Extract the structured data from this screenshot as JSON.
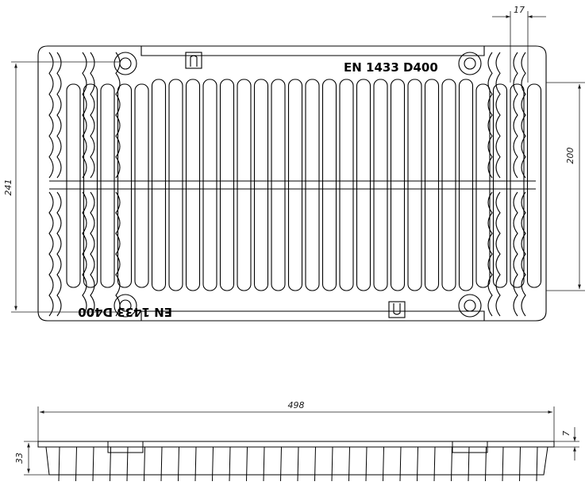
{
  "drawing": {
    "top_view": {
      "marking_top": "EN 1433 D400",
      "marking_bottom": "EN 1433 D400",
      "dim_height": "241",
      "dim_slot_length": "200",
      "dim_bar_pitch": "17"
    },
    "side_view": {
      "dim_length": "498",
      "dim_height": "33",
      "dim_lip": "7"
    },
    "line_color": "#000000",
    "dim_color": "#1a1a1a"
  }
}
